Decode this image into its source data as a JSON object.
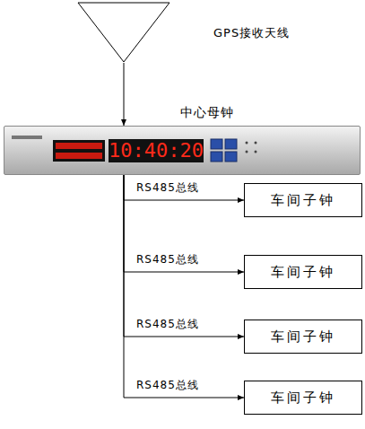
{
  "diagram": {
    "nodes": [
      {
        "text": [
          "GPS接收天线"
        ]
      },
      {
        "text": [
          "中心母钟",
          "10:40:20"
        ]
      },
      {
        "text": [
          "车间子钟"
        ]
      },
      {
        "text": [
          "车间子钟"
        ]
      },
      {
        "text": [
          "车间子钟"
        ]
      },
      {
        "text": [
          "车间子钟"
        ]
      }
    ],
    "edges": [
      {
        "from": 0,
        "to": 1,
        "arrow": "to"
      },
      {
        "from": 1,
        "to": 2,
        "arrow": "to",
        "label": "RS485总线"
      },
      {
        "from": 1,
        "to": 3,
        "arrow": "to",
        "label": "RS485总线"
      },
      {
        "from": 1,
        "to": 4,
        "arrow": "to",
        "label": "RS485总线"
      },
      {
        "from": 1,
        "to": 5,
        "arrow": "to",
        "label": "RS485总线"
      }
    ]
  }
}
